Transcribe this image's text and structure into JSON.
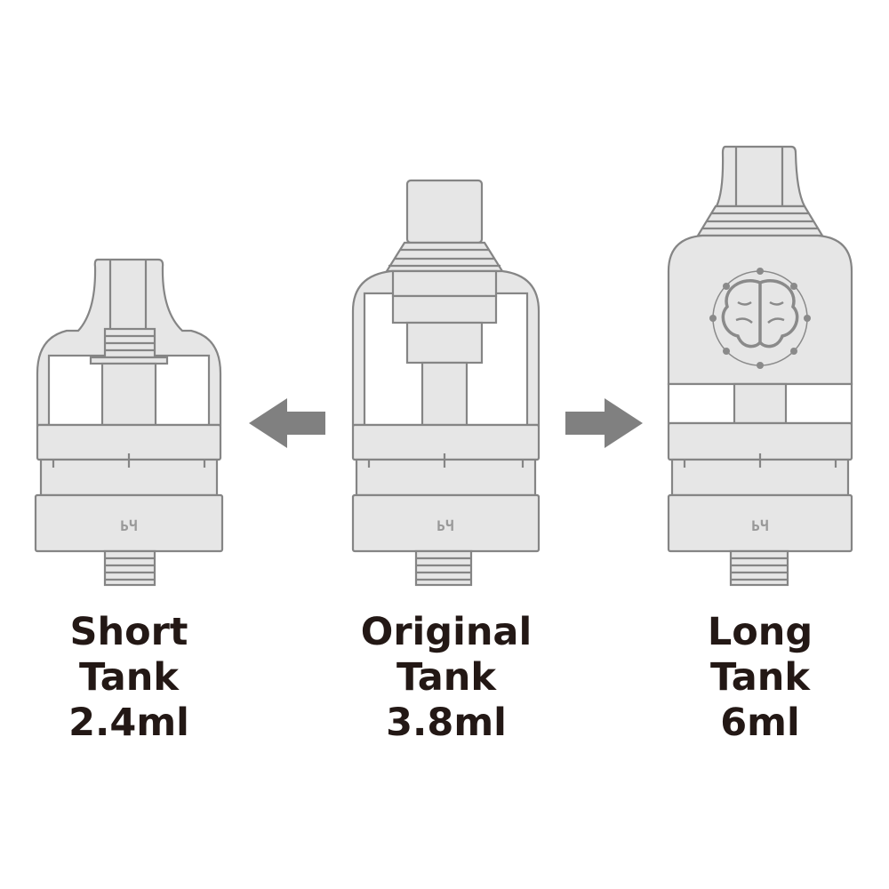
{
  "tanks": [
    {
      "name": "Short",
      "line2": "Tank",
      "capacity": "2.4ml"
    },
    {
      "name": "Original",
      "line2": "Tank",
      "capacity": "3.8ml"
    },
    {
      "name": "Long",
      "line2": "Tank",
      "capacity": "6ml"
    }
  ],
  "colors": {
    "fill": "#e6e6e6",
    "stroke": "#858585",
    "text": "#231815",
    "arrow": "#808080"
  },
  "icons": [
    "brain-logo-icon",
    "arrow-left-icon",
    "arrow-right-icon",
    "brand-mark-icon"
  ]
}
